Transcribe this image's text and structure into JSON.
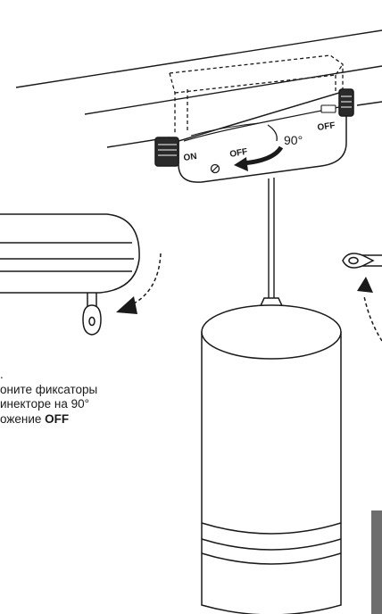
{
  "diagram": {
    "connector_labels": {
      "on": "ON",
      "off_left": "OFF",
      "off_right": "OFF",
      "rotation": "90°"
    },
    "instruction": {
      "step_marker": ".",
      "line1": "оните фиксаторы",
      "line2": "инекторе на 90°",
      "line3_prefix": "ожение ",
      "line3_bold": "OFF"
    }
  },
  "colors": {
    "stroke": "#1a1a1a",
    "background": "#ffffff",
    "side_tab": "#6e6e6e"
  }
}
